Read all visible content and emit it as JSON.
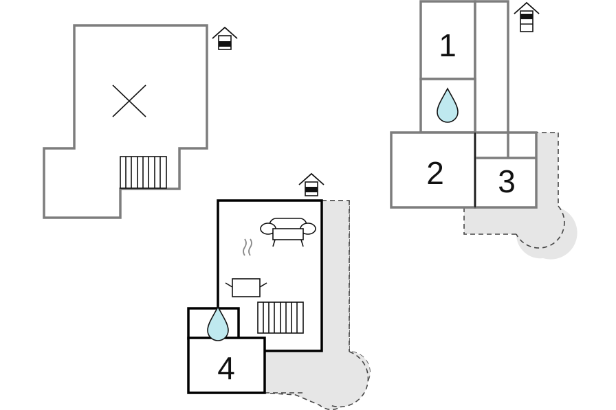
{
  "rooms": {
    "bedroom_1": "1",
    "bedroom_2": "2",
    "bedroom_3": "3",
    "bedroom_4": "4"
  },
  "colors": {
    "upper_floor_wall": "#7d7d7d",
    "ground_floor_wall": "#000000",
    "terrace_fill": "#e6e6e6",
    "water_drop": "#bfe9ef"
  },
  "icons": [
    "entrance-icon",
    "water-drop-icon",
    "sofa-icon",
    "cooking-pot-icon",
    "stairs-icon",
    "void-cross-icon",
    "terrace-area"
  ]
}
